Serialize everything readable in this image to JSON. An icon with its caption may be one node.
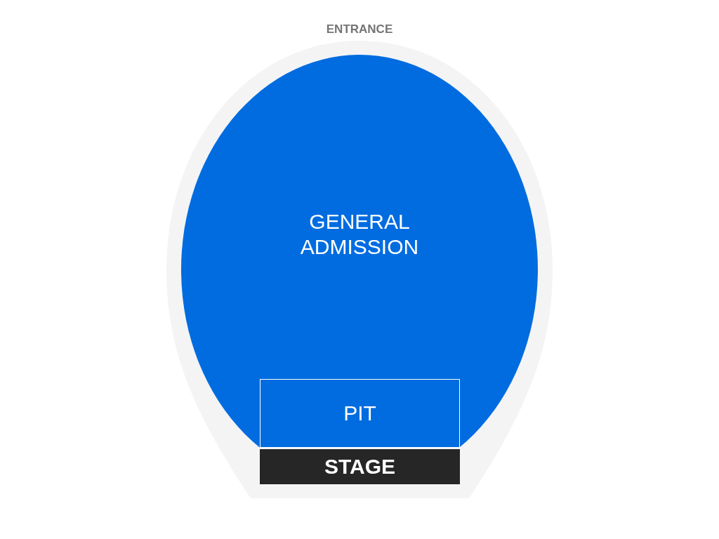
{
  "diagram": {
    "nodes": [
      {
        "text": [
          "ENTRANCE"
        ]
      },
      {
        "text": [
          "GENERAL ADMISSION"
        ],
        "in": 0
      },
      {
        "text": [
          "PIT"
        ],
        "in": 1
      },
      {
        "text": [
          "STAGE"
        ],
        "in": 0
      }
    ]
  }
}
